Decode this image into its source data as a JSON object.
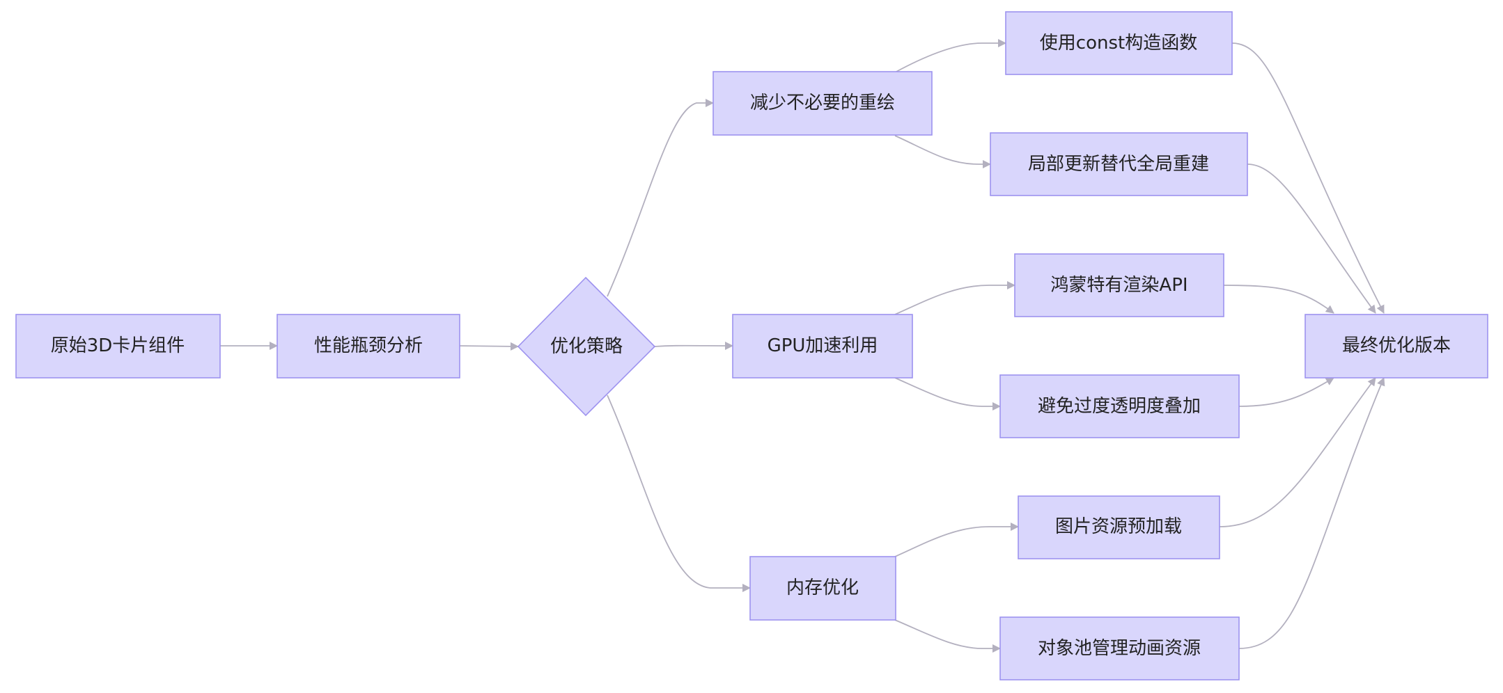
{
  "diagram": {
    "type": "flowchart",
    "nodes": {
      "start": "原始3D卡片组件",
      "analysis": "性能瓶颈分析",
      "strategy": "优化策略",
      "reduce": "减少不必要的重绘",
      "gpu": "GPU加速利用",
      "memory": "内存优化",
      "const": "使用const构造函数",
      "partial": "局部更新替代全局重建",
      "harmony": "鸿蒙特有渲染API",
      "opacity": "避免过度透明度叠加",
      "preload": "图片资源预加载",
      "pool": "对象池管理动画资源",
      "final": "最终优化版本"
    },
    "edges": [
      [
        "start",
        "analysis"
      ],
      [
        "analysis",
        "strategy"
      ],
      [
        "strategy",
        "reduce"
      ],
      [
        "strategy",
        "gpu"
      ],
      [
        "strategy",
        "memory"
      ],
      [
        "reduce",
        "const"
      ],
      [
        "reduce",
        "partial"
      ],
      [
        "gpu",
        "harmony"
      ],
      [
        "gpu",
        "opacity"
      ],
      [
        "memory",
        "preload"
      ],
      [
        "memory",
        "pool"
      ],
      [
        "const",
        "final"
      ],
      [
        "partial",
        "final"
      ],
      [
        "harmony",
        "final"
      ],
      [
        "opacity",
        "final"
      ],
      [
        "preload",
        "final"
      ],
      [
        "pool",
        "final"
      ]
    ]
  }
}
